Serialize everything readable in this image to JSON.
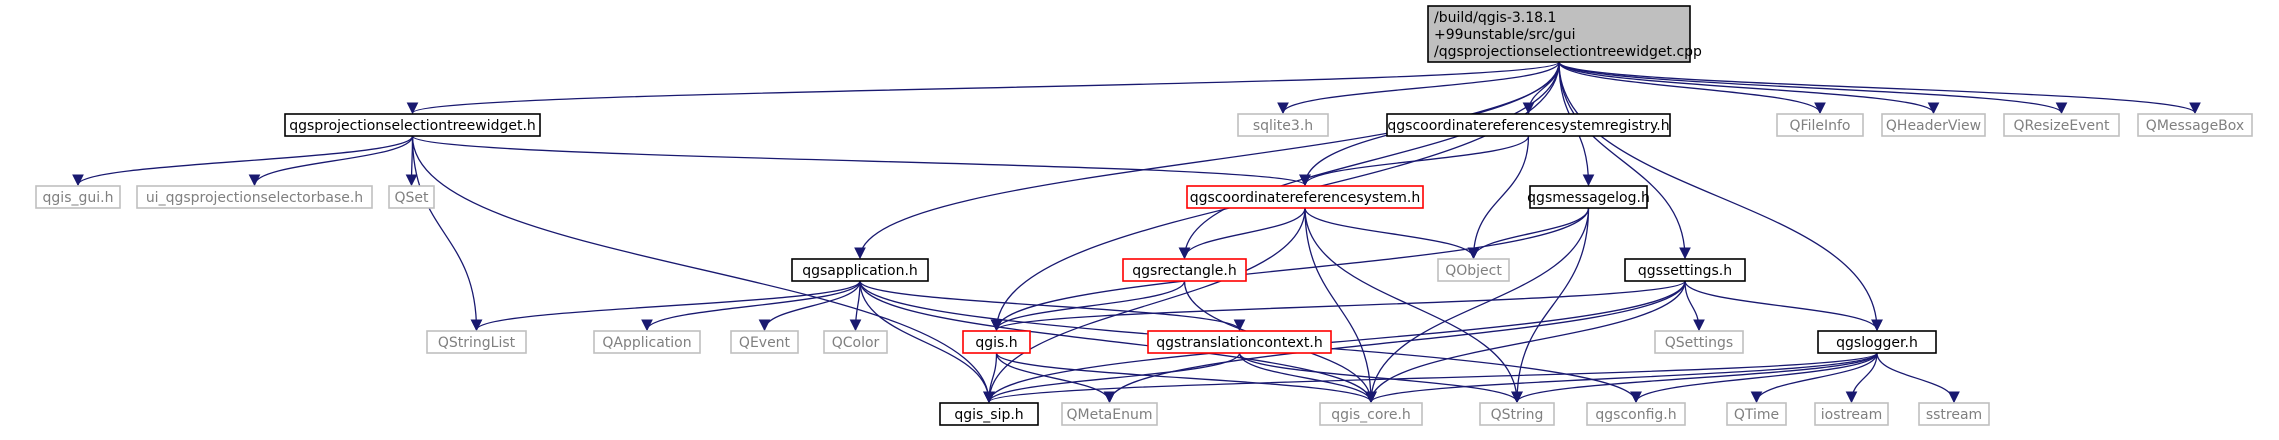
{
  "colors": {
    "root_fill": "#bfbfbf",
    "documented_border": "#000000",
    "red_border": "#ff0000",
    "external_border": "#bfbfbf",
    "external_text": "#808080",
    "node_text": "#000000",
    "edge": "#191970"
  },
  "nodes": [
    {
      "id": "root",
      "lines": [
        "/build/qgis-3.18.1",
        "+99unstable/src/gui",
        "/qgsprojectionselectiontreewidget.cpp"
      ],
      "kind": "root"
    },
    {
      "id": "tw_h",
      "lines": [
        "qgsprojectionselectiontreewidget.h"
      ],
      "kind": "doc"
    },
    {
      "id": "sqlite3",
      "lines": [
        "sqlite3.h"
      ],
      "kind": "ext"
    },
    {
      "id": "crsreg",
      "lines": [
        "qgscoordinatereferencesystemregistry.h"
      ],
      "kind": "doc"
    },
    {
      "id": "qfileinfo",
      "lines": [
        "QFileInfo"
      ],
      "kind": "ext"
    },
    {
      "id": "qheaderview",
      "lines": [
        "QHeaderView"
      ],
      "kind": "ext"
    },
    {
      "id": "qresizeevent",
      "lines": [
        "QResizeEvent"
      ],
      "kind": "ext"
    },
    {
      "id": "qmessagebox",
      "lines": [
        "QMessageBox"
      ],
      "kind": "ext"
    },
    {
      "id": "qgis_gui",
      "lines": [
        "qgis_gui.h"
      ],
      "kind": "ext"
    },
    {
      "id": "ui_sel",
      "lines": [
        "ui_qgsprojectionselectorbase.h"
      ],
      "kind": "ext"
    },
    {
      "id": "qset",
      "lines": [
        "QSet"
      ],
      "kind": "ext"
    },
    {
      "id": "crs",
      "lines": [
        "qgscoordinatereferencesystem.h"
      ],
      "kind": "red"
    },
    {
      "id": "msglog",
      "lines": [
        "qgsmessagelog.h"
      ],
      "kind": "doc"
    },
    {
      "id": "qobject",
      "lines": [
        "QObject"
      ],
      "kind": "ext"
    },
    {
      "id": "app",
      "lines": [
        "qgsapplication.h"
      ],
      "kind": "doc"
    },
    {
      "id": "rect",
      "lines": [
        "qgsrectangle.h"
      ],
      "kind": "red"
    },
    {
      "id": "settings",
      "lines": [
        "qgssettings.h"
      ],
      "kind": "doc"
    },
    {
      "id": "qstringlist",
      "lines": [
        "QStringList"
      ],
      "kind": "ext"
    },
    {
      "id": "qapplication",
      "lines": [
        "QApplication"
      ],
      "kind": "ext"
    },
    {
      "id": "qevent",
      "lines": [
        "QEvent"
      ],
      "kind": "ext"
    },
    {
      "id": "qcolor",
      "lines": [
        "QColor"
      ],
      "kind": "ext"
    },
    {
      "id": "qgis_h",
      "lines": [
        "qgis.h"
      ],
      "kind": "red"
    },
    {
      "id": "transl",
      "lines": [
        "qgstranslationcontext.h"
      ],
      "kind": "red"
    },
    {
      "id": "qsettings",
      "lines": [
        "QSettings"
      ],
      "kind": "ext"
    },
    {
      "id": "logger",
      "lines": [
        "qgslogger.h"
      ],
      "kind": "doc"
    },
    {
      "id": "qgis_sip",
      "lines": [
        "qgis_sip.h"
      ],
      "kind": "doc"
    },
    {
      "id": "qmetaenum",
      "lines": [
        "QMetaEnum"
      ],
      "kind": "ext"
    },
    {
      "id": "qgis_core",
      "lines": [
        "qgis_core.h"
      ],
      "kind": "ext"
    },
    {
      "id": "qstring",
      "lines": [
        "QString"
      ],
      "kind": "ext"
    },
    {
      "id": "qgsconfig",
      "lines": [
        "qgsconfig.h"
      ],
      "kind": "ext"
    },
    {
      "id": "qtime",
      "lines": [
        "QTime"
      ],
      "kind": "ext"
    },
    {
      "id": "iostream",
      "lines": [
        "iostream"
      ],
      "kind": "ext"
    },
    {
      "id": "sstream",
      "lines": [
        "sstream"
      ],
      "kind": "ext"
    }
  ],
  "edges": [
    [
      "root",
      "tw_h"
    ],
    [
      "root",
      "sqlite3"
    ],
    [
      "root",
      "crsreg"
    ],
    [
      "root",
      "qfileinfo"
    ],
    [
      "root",
      "qheaderview"
    ],
    [
      "root",
      "qresizeevent"
    ],
    [
      "root",
      "qmessagebox"
    ],
    [
      "root",
      "crs"
    ],
    [
      "root",
      "msglog"
    ],
    [
      "root",
      "app"
    ],
    [
      "root",
      "rect"
    ],
    [
      "root",
      "qgis_h"
    ],
    [
      "root",
      "settings"
    ],
    [
      "root",
      "logger"
    ],
    [
      "tw_h",
      "qgis_gui"
    ],
    [
      "tw_h",
      "ui_sel"
    ],
    [
      "tw_h",
      "qset"
    ],
    [
      "tw_h",
      "crs"
    ],
    [
      "tw_h",
      "qstringlist"
    ],
    [
      "tw_h",
      "qgis_sip"
    ],
    [
      "crsreg",
      "crs"
    ],
    [
      "crsreg",
      "qobject"
    ],
    [
      "crs",
      "rect"
    ],
    [
      "crs",
      "qobject"
    ],
    [
      "crs",
      "qgis_core"
    ],
    [
      "crs",
      "qstring"
    ],
    [
      "crs",
      "qgis_sip"
    ],
    [
      "msglog",
      "qobject"
    ],
    [
      "msglog",
      "qgis_core"
    ],
    [
      "msglog",
      "qgis_h"
    ],
    [
      "msglog",
      "qstring"
    ],
    [
      "app",
      "qstringlist"
    ],
    [
      "app",
      "qapplication"
    ],
    [
      "app",
      "qevent"
    ],
    [
      "app",
      "qcolor"
    ],
    [
      "app",
      "transl"
    ],
    [
      "app",
      "qgis_core"
    ],
    [
      "app",
      "qgis_sip"
    ],
    [
      "app",
      "qgsconfig"
    ],
    [
      "rect",
      "qgis_h"
    ],
    [
      "rect",
      "qgis_core"
    ],
    [
      "settings",
      "qgis_h"
    ],
    [
      "settings",
      "qsettings"
    ],
    [
      "settings",
      "logger"
    ],
    [
      "settings",
      "qgis_core"
    ],
    [
      "settings",
      "qmetaenum"
    ],
    [
      "settings",
      "qgis_sip"
    ],
    [
      "qgis_h",
      "qgis_sip"
    ],
    [
      "qgis_h",
      "qmetaenum"
    ],
    [
      "qgis_h",
      "qgis_core"
    ],
    [
      "transl",
      "qgis_core"
    ],
    [
      "transl",
      "qgis_sip"
    ],
    [
      "transl",
      "qstring"
    ],
    [
      "logger",
      "qgis_core"
    ],
    [
      "logger",
      "qgis_sip"
    ],
    [
      "logger",
      "qgsconfig"
    ],
    [
      "logger",
      "qstring"
    ],
    [
      "logger",
      "qtime"
    ],
    [
      "logger",
      "iostream"
    ],
    [
      "logger",
      "sstream"
    ]
  ]
}
